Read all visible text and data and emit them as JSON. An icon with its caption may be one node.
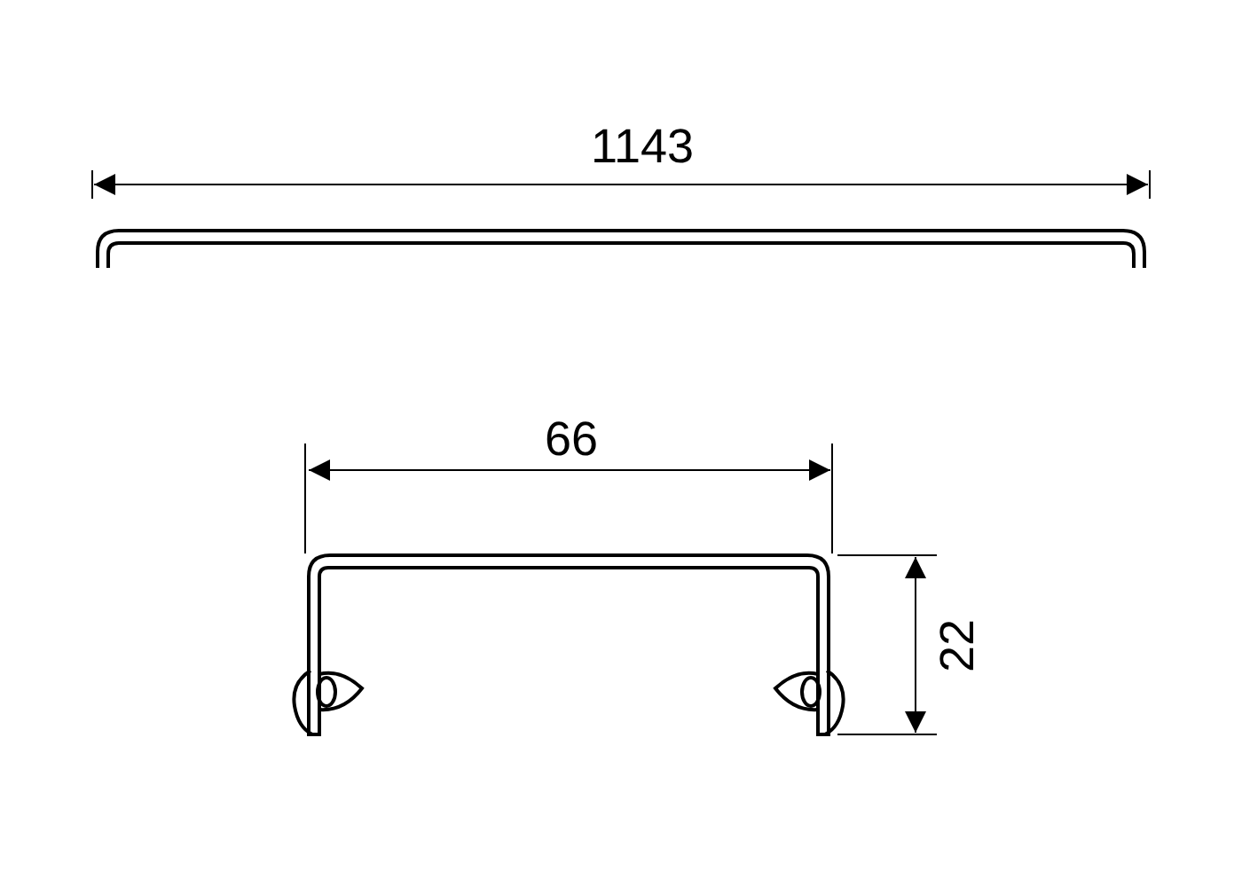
{
  "diagram": {
    "labels": [
      "1143",
      "66",
      "22"
    ]
  }
}
